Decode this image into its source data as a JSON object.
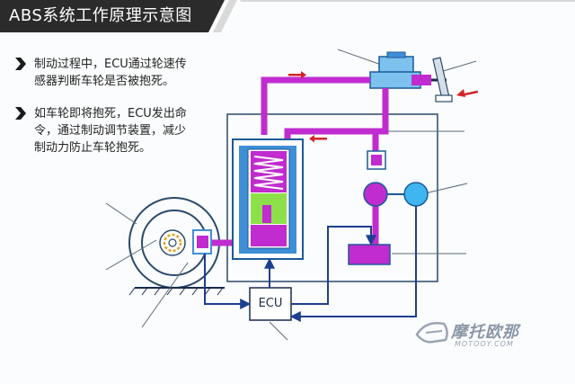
{
  "header": {
    "title": "ABS系统工作原理示意图"
  },
  "bullets": [
    {
      "lines": [
        "制动过程中，ECU通过轮速传",
        "感器判断车轮是否被抱死。"
      ]
    },
    {
      "lines": [
        "如车轮即将抱死，ECU发出命",
        "令，通过制动调节装置，减少",
        "制动力防止车轮抱死。"
      ]
    }
  ],
  "diagram": {
    "ecu_label": "ECU"
  },
  "watermark": {
    "text": "摩托欧那",
    "sub": "MOTOOY.COM"
  },
  "colors": {
    "title_bar": "#2b2b2b",
    "title_accent": "#d9d9d9",
    "brake_line": "#c02ccf",
    "piston_green": "#8ee04a",
    "cylinder_blue": "#3f8fd6",
    "signal_line": "#1d3f8f",
    "arrow_red": "#d4242a",
    "outline": "#2a4a6a"
  }
}
